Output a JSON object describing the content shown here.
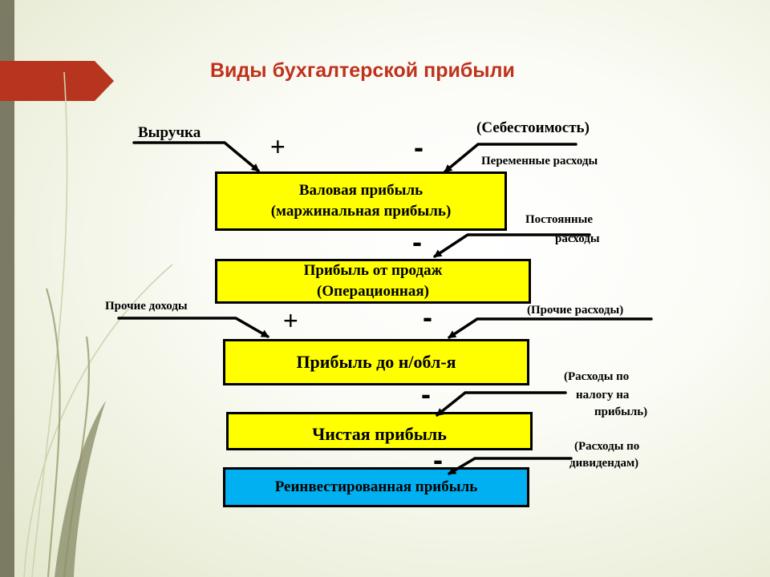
{
  "slide": {
    "title": "Виды бухгалтерской прибыли",
    "accent_color": "#c0311c",
    "box_color": "#ffff00",
    "final_box_color": "#00b0f0"
  },
  "boxes": {
    "gross": {
      "line1": "Валовая прибыль",
      "line2": "(маржинальная прибыль)"
    },
    "sales": {
      "line1": "Прибыль от продаж",
      "line2": "(Операционная)"
    },
    "pretax": {
      "line1": "Прибыль до н/обл-я"
    },
    "net": {
      "line1": "Чистая прибыль"
    },
    "reinvested": {
      "line1": "Реинвестированная прибыль"
    }
  },
  "inputs": {
    "revenue": "Выручка",
    "cost": "(Себестоимость)",
    "variable_costs": "Переменные расходы",
    "fixed_costs_1": "Постоянные",
    "fixed_costs_2": "расходы",
    "other_income": "Прочие доходы",
    "other_expenses": "(Прочие расходы)",
    "tax_1": "(Расходы по",
    "tax_2": "налогу на",
    "tax_3": "прибыль)",
    "dividends_1": "(Расходы по",
    "dividends_2": "дивидендам)"
  },
  "signs": {
    "plus": "+",
    "minus": "-"
  }
}
